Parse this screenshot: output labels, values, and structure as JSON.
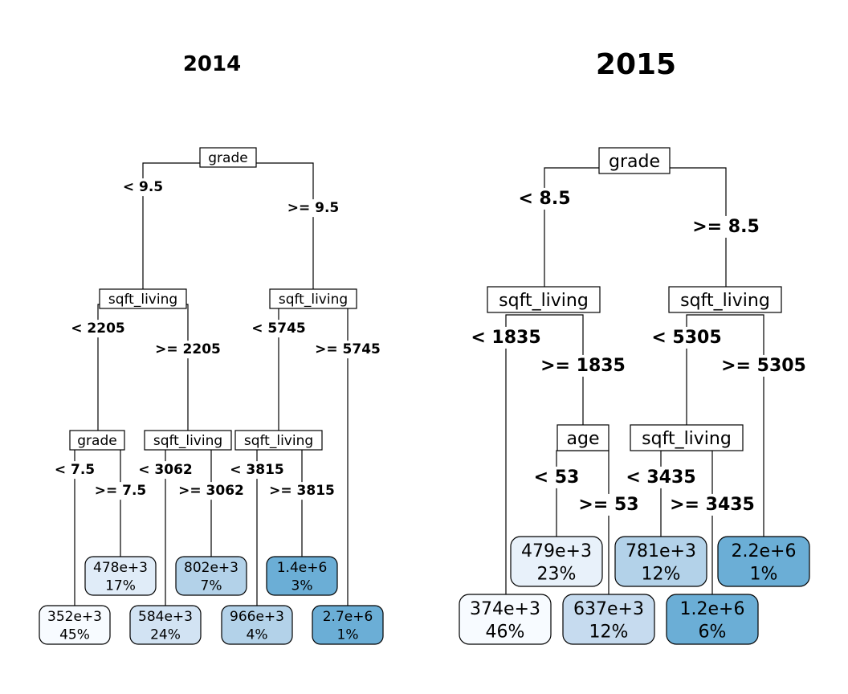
{
  "trees": [
    {
      "title": "2014",
      "nodes": {
        "n1": {
          "type": "split",
          "text": "grade"
        },
        "n2": {
          "type": "split",
          "text": "sqft_living"
        },
        "n3": {
          "type": "split",
          "text": "sqft_living"
        },
        "n4": {
          "type": "split",
          "text": "grade"
        },
        "n5": {
          "type": "split",
          "text": "sqft_living"
        },
        "n6": {
          "type": "split",
          "text": "sqft_living"
        },
        "l1": {
          "type": "leaf",
          "value": "352e+3",
          "pct": "45%",
          "color": "#f7fbff"
        },
        "l2": {
          "type": "leaf",
          "value": "478e+3",
          "pct": "17%",
          "color": "#e0ecf8"
        },
        "l3": {
          "type": "leaf",
          "value": "584e+3",
          "pct": "24%",
          "color": "#d2e3f3"
        },
        "l4": {
          "type": "leaf",
          "value": "802e+3",
          "pct": "7%",
          "color": "#b3d2e9"
        },
        "l5": {
          "type": "leaf",
          "value": "966e+3",
          "pct": "4%",
          "color": "#b3d2e9"
        },
        "l6": {
          "type": "leaf",
          "value": "1.4e+6",
          "pct": "3%",
          "color": "#6baed6"
        },
        "l7": {
          "type": "leaf",
          "value": "2.7e+6",
          "pct": "1%",
          "color": "#6baed6"
        }
      },
      "edges": [
        {
          "label": "< 9.5"
        },
        {
          "label": ">= 9.5"
        },
        {
          "label": "< 2205"
        },
        {
          "label": ">= 2205"
        },
        {
          "label": "< 5745"
        },
        {
          "label": ">= 5745"
        },
        {
          "label": "< 7.5"
        },
        {
          "label": ">= 7.5"
        },
        {
          "label": "< 3062"
        },
        {
          "label": ">= 3062"
        },
        {
          "label": "< 3815"
        },
        {
          "label": ">= 3815"
        }
      ]
    },
    {
      "title": "2015",
      "nodes": {
        "n1": {
          "type": "split",
          "text": "grade"
        },
        "n2": {
          "type": "split",
          "text": "sqft_living"
        },
        "n3": {
          "type": "split",
          "text": "sqft_living"
        },
        "n4": {
          "type": "split",
          "text": "age"
        },
        "n5": {
          "type": "split",
          "text": "sqft_living"
        },
        "l1": {
          "type": "leaf",
          "value": "374e+3",
          "pct": "46%",
          "color": "#f7fbff"
        },
        "l2": {
          "type": "leaf",
          "value": "479e+3",
          "pct": "23%",
          "color": "#e8f1fa"
        },
        "l3": {
          "type": "leaf",
          "value": "637e+3",
          "pct": "12%",
          "color": "#c6dbef"
        },
        "l4": {
          "type": "leaf",
          "value": "781e+3",
          "pct": "12%",
          "color": "#b3d2e9"
        },
        "l5": {
          "type": "leaf",
          "value": "1.2e+6",
          "pct": "6%",
          "color": "#6baed6"
        },
        "l6": {
          "type": "leaf",
          "value": "2.2e+6",
          "pct": "1%",
          "color": "#6baed6"
        }
      },
      "edges": [
        {
          "label": "< 8.5"
        },
        {
          "label": ">= 8.5"
        },
        {
          "label": "< 1835"
        },
        {
          "label": ">= 1835"
        },
        {
          "label": "< 5305"
        },
        {
          "label": ">= 5305"
        },
        {
          "label": "< 53"
        },
        {
          "label": ">= 53"
        },
        {
          "label": "< 3435"
        },
        {
          "label": ">= 3435"
        }
      ]
    }
  ]
}
